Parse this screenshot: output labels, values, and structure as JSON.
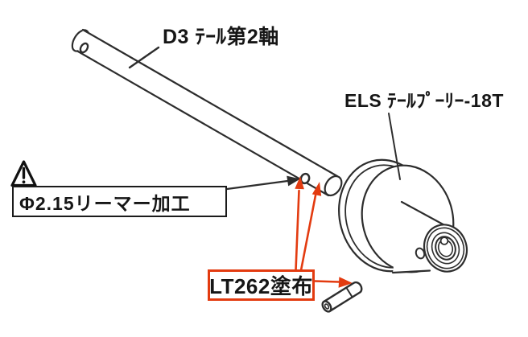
{
  "labels": {
    "d3": "D3 ﾃｰﾙ第2軸",
    "els": "ELS ﾃｰﾙﾌﾟｰﾘｰ-18T",
    "reamer": "Φ2.15リーマー加工",
    "lt262": "LT262塗布"
  },
  "icons": {
    "warning": "warning-triangle-with-exclamation"
  },
  "colors": {
    "line_art": "#2d2d2d",
    "highlight_red": "#e33b10",
    "note_border_black": "#1b1b1b",
    "background": "#ffffff",
    "text": "#161616"
  }
}
